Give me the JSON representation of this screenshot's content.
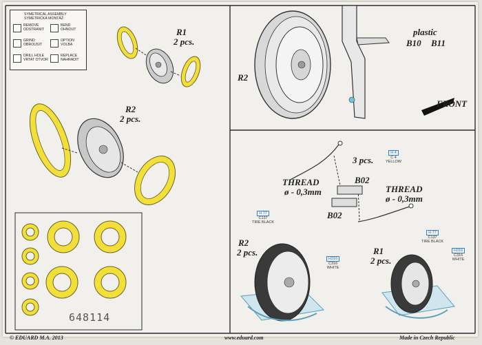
{
  "legend": {
    "symmetrical": "SYMETRICAL ASSEMBLY\nSYMETRICKÁ MONTÁŽ",
    "items": [
      {
        "icon": "remove-icon",
        "text": "REMOVE\nODSTRANIT"
      },
      {
        "icon": "bend-icon",
        "text": "BEND\nOHNOUT"
      },
      {
        "icon": "grind-icon",
        "text": "GRIND\nOBROUSIT"
      },
      {
        "icon": "option-icon",
        "text": "OPTION\nVOLBA"
      },
      {
        "icon": "drill-hole-icon",
        "text": "DRILL HOLE\nVRTAT OTVOR"
      },
      {
        "icon": "replace-icon",
        "text": "REPLACE\nNAHRADIT"
      }
    ]
  },
  "labels": {
    "r1_top": "R1",
    "r1_top_qty": "2 pcs.",
    "r2_left": "R2",
    "r2_left_qty": "2 pcs.",
    "r2_upper_right": "R2",
    "plastic": "plastic",
    "b10": "B10",
    "b11": "B11",
    "front": "FRONT",
    "pcs3": "3 pcs.",
    "b02_top": "B02",
    "b02_bottom": "B02",
    "thread_left": "THREAD",
    "thread_left_dim": "ø - 0,3mm",
    "thread_right": "THREAD",
    "thread_right_dim": "ø - 0,3mm",
    "r2_bottom": "R2",
    "r2_bottom_qty": "2 pcs.",
    "r1_bottom": "R1",
    "r1_bottom_qty": "2 pcs."
  },
  "paints": {
    "yellow": {
      "h": "H 4",
      "c": "C 4",
      "name": "YELLOW"
    },
    "tire_black_left": {
      "h": "H 77",
      "c": "C137",
      "name": "TIRE BLACK"
    },
    "white_left": {
      "h": "H316",
      "c": "C316",
      "name": "WHITE"
    },
    "tire_black_right": {
      "h": "H 77",
      "c": "C137",
      "name": "TIRE BLACK"
    },
    "white_right": {
      "h": "H316",
      "c": "C316",
      "name": "WHITE"
    }
  },
  "mask_sheet_code": "648114",
  "footer": {
    "left": "© EDUARD  M.A. 2013",
    "center": "www.eduard.com",
    "right": "Made in Czech Republic"
  },
  "colors": {
    "mask_yellow": "#f2df3a",
    "mask_outline": "#6b6320",
    "line": "#333333",
    "accent_blue": "#3a7ec2"
  }
}
